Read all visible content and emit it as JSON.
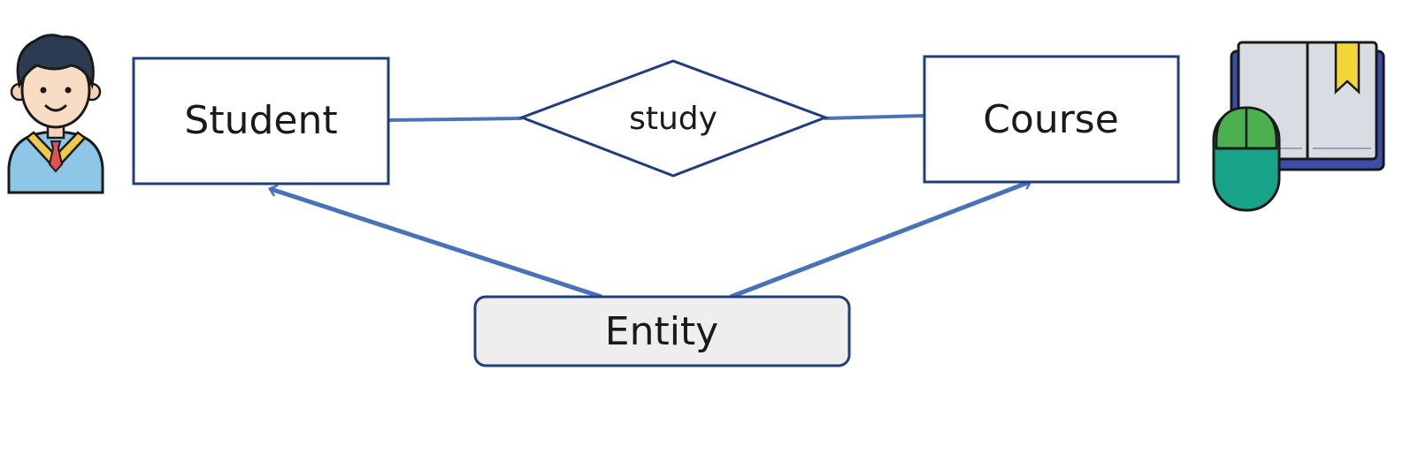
{
  "diagram": {
    "entities": [
      {
        "id": "student",
        "label": "Student"
      },
      {
        "id": "course",
        "label": "Course"
      }
    ],
    "relationship": {
      "id": "study",
      "label": "study"
    },
    "annotation": {
      "label": "Entity"
    },
    "icons": {
      "student": "student-avatar-icon",
      "course": "book-and-mouse-icon"
    },
    "colors": {
      "box_stroke": "#1f3f7a",
      "line": "#4a72b8",
      "annotation_fill": "#eeeeee"
    }
  }
}
